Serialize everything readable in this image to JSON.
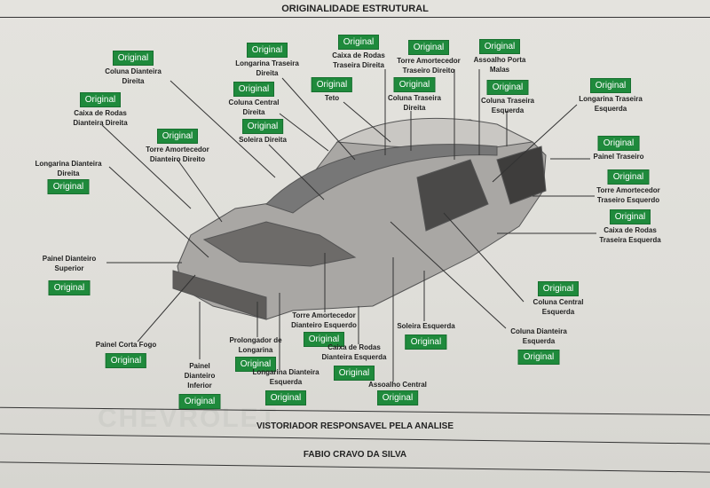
{
  "header": {
    "title": "ORIGINALIDADE ESTRUTURAL"
  },
  "status_label": "Original",
  "colors": {
    "badge": "#1f8a3c"
  },
  "parts": [
    {
      "name": "Coluna Dianteira Direita",
      "status": "Original"
    },
    {
      "name": "Caixa de Rodas Dianteira Direita",
      "status": "Original"
    },
    {
      "name": "Torre Amortecedor Dianteiro Direito",
      "status": "Original"
    },
    {
      "name": "Longarina Dianteira Direita",
      "status": "Original"
    },
    {
      "name": "Longarina Traseira Direita",
      "status": "Original"
    },
    {
      "name": "Coluna Central Direita",
      "status": "Original"
    },
    {
      "name": "Soleira Direita",
      "status": "Original"
    },
    {
      "name": "Caixa de Rodas Traseira Direita",
      "status": "Original"
    },
    {
      "name": "Teto",
      "status": "Original"
    },
    {
      "name": "Torre Amortecedor Traseiro Direito",
      "status": "Original"
    },
    {
      "name": "Coluna Traseira Direita",
      "status": "Original"
    },
    {
      "name": "Assoalho Porta Malas",
      "status": "Original"
    },
    {
      "name": "Coluna Traseira Esquerda",
      "status": "Original"
    },
    {
      "name": "Longarina Traseira Esquerda",
      "status": "Original"
    },
    {
      "name": "Painel Traseiro",
      "status": "Original"
    },
    {
      "name": "Torre Amortecedor Traseiro Esquerdo",
      "status": "Original"
    },
    {
      "name": "Caixa de Rodas Traseira Esquerda",
      "status": "Original"
    },
    {
      "name": "Painel Dianteiro Superior",
      "status": "Original"
    },
    {
      "name": "Coluna Central Esquerda",
      "status": "Original"
    },
    {
      "name": "Coluna Dianteira Esquerda",
      "status": "Original"
    },
    {
      "name": "Painel Corta Fogo",
      "status": "Original"
    },
    {
      "name": "Painel Dianteiro Inferior",
      "status": "Original"
    },
    {
      "name": "Prolongador de Longarina",
      "status": "Original"
    },
    {
      "name": "Longarina Dianteira Esquerda",
      "status": "Original"
    },
    {
      "name": "Torre Amortecedor Dianteiro Esquerdo",
      "status": "Original"
    },
    {
      "name": "Caixa de Rodas Dianteira Esquerda",
      "status": "Original"
    },
    {
      "name": "Soleira Esquerda",
      "status": "Original"
    },
    {
      "name": "Assoalho Central",
      "status": "Original"
    }
  ],
  "footer": {
    "inspector_label": "VISTORIADOR RESPONSAVEL PELA ANALISE",
    "inspector_name": "FABIO CRAVO DA SILVA"
  }
}
